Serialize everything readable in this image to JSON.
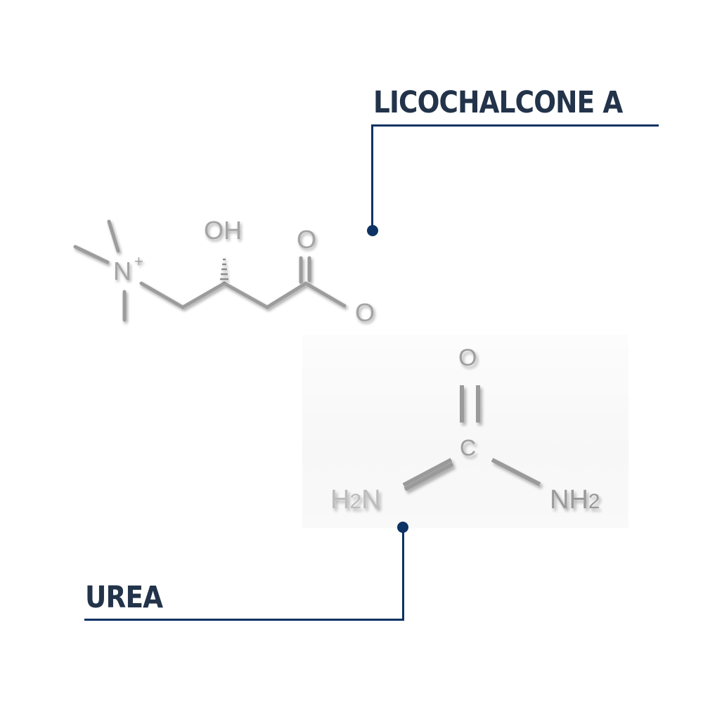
{
  "labels": {
    "top": "LICOCHALCONE A",
    "bottom": "UREA"
  },
  "colors": {
    "label_text": "#22334a",
    "connector": "#0d3264",
    "molecule_gray": "#9a9a9a",
    "background": "#ffffff"
  },
  "molecule_top": {
    "name": "carnitine-structure",
    "atoms": {
      "nitrogen": "N",
      "charge": "+",
      "hydroxyl": "OH",
      "carbonyl_oxygen": "O",
      "carboxyl_oxygen": "O"
    }
  },
  "molecule_bottom": {
    "name": "urea-structure",
    "atoms": {
      "oxygen": "O",
      "carbon": "C",
      "left_amine": "H2N",
      "left_amine_h": "H",
      "left_amine_sub": "2",
      "left_amine_n": "N",
      "right_amine_n": "NH",
      "right_amine_sub": "2"
    }
  }
}
